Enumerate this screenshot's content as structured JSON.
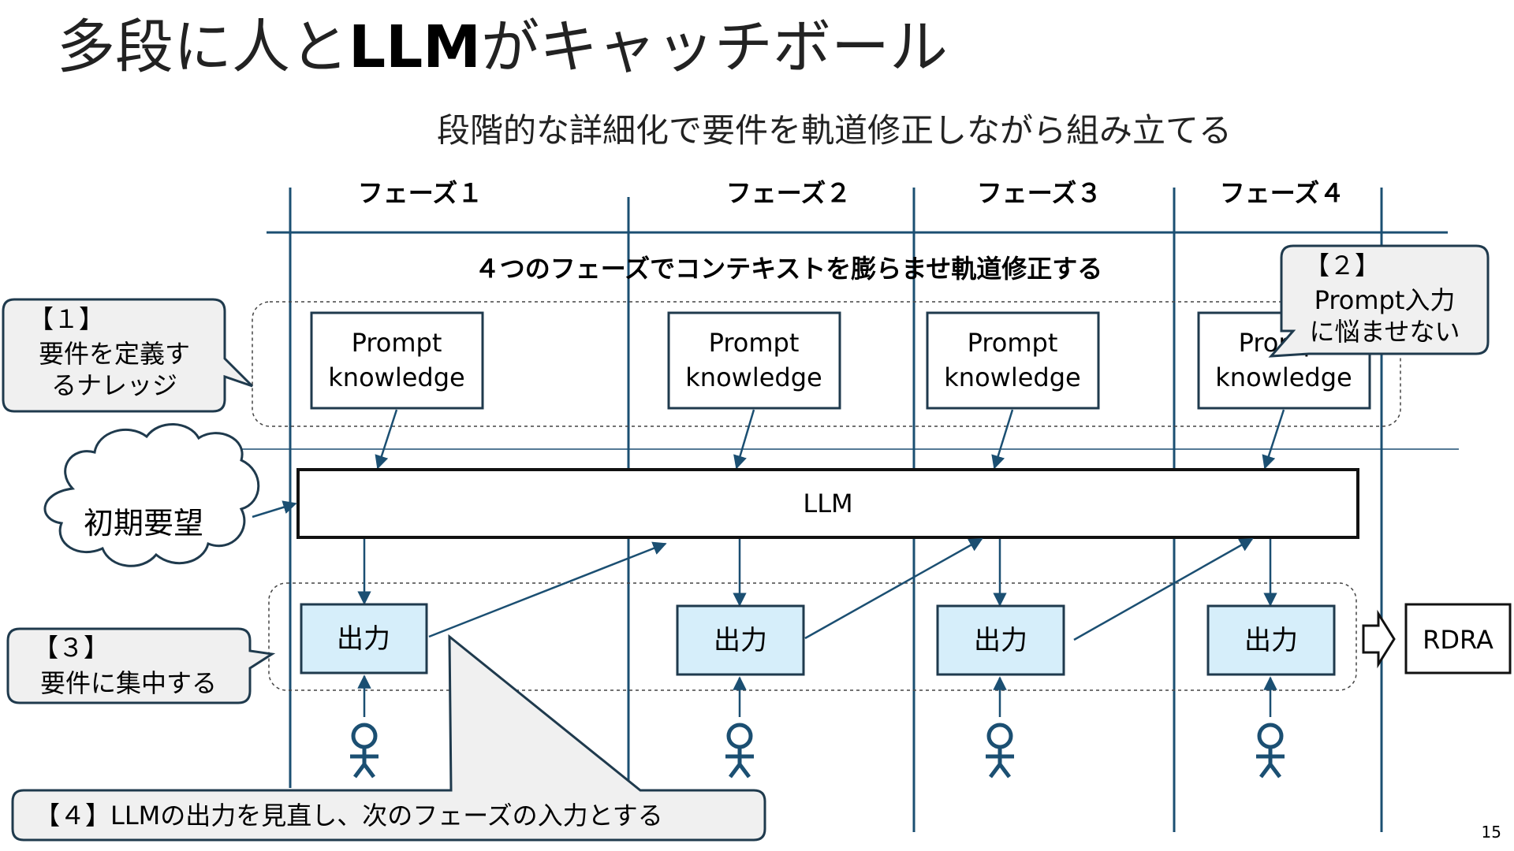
{
  "slide": {
    "title_pre": "多段に人と",
    "title_llm": "LLM",
    "title_post": "がキャッチボール",
    "subtitle": "段階的な詳細化で要件を軌道修正しながら組み立てる",
    "page_number": "15"
  },
  "phases": [
    {
      "label": "フェーズ１"
    },
    {
      "label": "フェーズ２"
    },
    {
      "label": "フェーズ３"
    },
    {
      "label": "フェーズ４"
    }
  ],
  "banner": "４つのフェーズでコンテキストを膨らませ軌道修正する",
  "prompt_boxes": [
    {
      "line1": "Prompt",
      "line2": "knowledge"
    },
    {
      "line1": "Prompt",
      "line2": "knowledge"
    },
    {
      "line1": "Prompt",
      "line2": "knowledge"
    },
    {
      "line1": "Prompt",
      "line2": "knowledge"
    }
  ],
  "llm_label": "LLM",
  "initial_request": "初期要望",
  "output_label": "出力",
  "rdra_label": "RDRA",
  "callouts": {
    "c1": {
      "line1": "【１】",
      "line2": "要件を定義す",
      "line3": "るナレッジ"
    },
    "c2": {
      "line1": "【２】",
      "line2": "Prompt入力",
      "line3": "に悩ませない"
    },
    "c3": {
      "line1": "【３】",
      "line2": "要件に集中する"
    },
    "c4": {
      "text": "【４】LLMの出力を見直し、次のフェーズの入力とする"
    }
  },
  "colors": {
    "line_blue": "#1b4f72",
    "output_fill": "#d6eefa",
    "callout_fill": "#f0f0f0",
    "box_border": "#1f3a4d"
  }
}
